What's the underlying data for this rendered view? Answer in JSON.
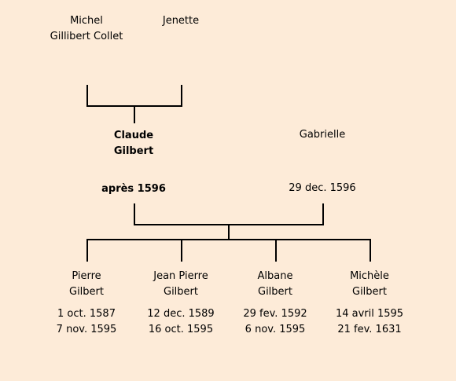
{
  "grandparents": {
    "father": {
      "first": "Michel",
      "last": "Gillibert Collet"
    },
    "mother": {
      "first": "Jenette"
    }
  },
  "parents": {
    "father": {
      "first": "Claude",
      "last": "Gilbert",
      "date": "après 1596"
    },
    "mother": {
      "first": "Gabrielle",
      "date": "29 dec. 1596"
    }
  },
  "children": [
    {
      "first": "Pierre",
      "last": "Gilbert",
      "birth": "1 oct. 1587",
      "death": "7 nov. 1595"
    },
    {
      "first": "Jean Pierre",
      "last": "Gilbert",
      "birth": "12 dec. 1589",
      "death": "16 oct. 1595"
    },
    {
      "first": "Albane",
      "last": "Gilbert",
      "birth": "29 fev. 1592",
      "death": "6 nov. 1595"
    },
    {
      "first": "Michèle",
      "last": "Gilbert",
      "birth": "14 avril 1595",
      "death": "21 fev. 1631"
    }
  ],
  "colors": {
    "background": "#fdebd8",
    "line": "#000000"
  }
}
